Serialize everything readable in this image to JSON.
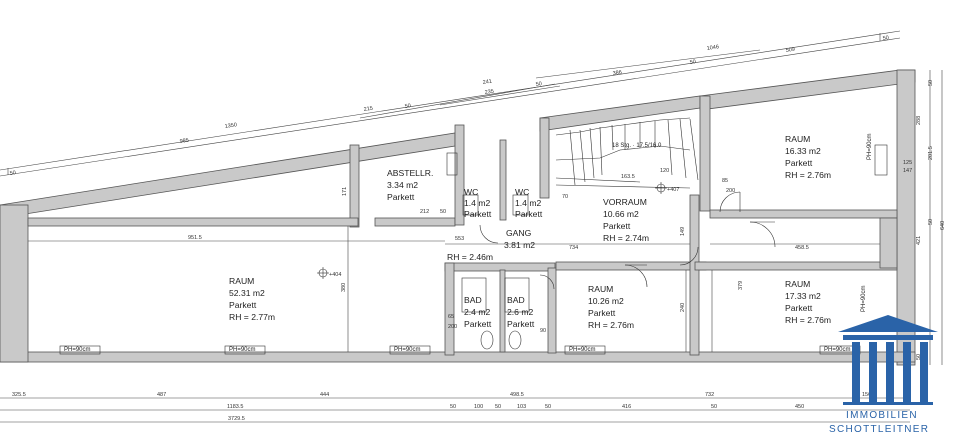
{
  "rooms": [
    {
      "name": "RAUM",
      "area": "52.31 m2",
      "floor": "Parkett",
      "height": "RH = 2.77m"
    },
    {
      "name": "ABSTELLR.",
      "area": "3.34 m2",
      "floor": "Parkett",
      "height": ""
    },
    {
      "name": "WC",
      "area": "1.4 m2",
      "floor": "Parkett",
      "height": ""
    },
    {
      "name": "WC",
      "area": "1.4 m2",
      "floor": "Parkett",
      "height": ""
    },
    {
      "name": "VORRAUM",
      "area": "10.66 m2",
      "floor": "Parkett",
      "height": "RH = 2.74m"
    },
    {
      "name": "GANG",
      "area": "3.81 m2",
      "floor": "",
      "height": "RH = 2.46m"
    },
    {
      "name": "BAD",
      "area": "2.4 m2",
      "floor": "Parkett",
      "height": ""
    },
    {
      "name": "BAD",
      "area": "2.6 m2",
      "floor": "Parkett",
      "height": ""
    },
    {
      "name": "RAUM",
      "area": "10.26 m2",
      "floor": "Parkett",
      "height": "RH = 2.76m"
    },
    {
      "name": "RAUM",
      "area": "16.33 m2",
      "floor": "Parkett",
      "height": "RH = 2.76m"
    },
    {
      "name": "RAUM",
      "area": "17.33 m2",
      "floor": "Parkett",
      "height": "RH = 2.76m"
    }
  ],
  "stairs_label": "18 Stg. ·  17.5/16.0",
  "level_marks": [
    "+404",
    "+407"
  ],
  "window_labels": [
    "PH=90cm",
    "PH=90cm",
    "PH=90cm",
    "PH=90cm",
    "PH=90cm",
    "PH=90cm",
    "PH=90cm"
  ],
  "top_dims": [
    "1046",
    "50",
    "509",
    "50",
    "386",
    "50",
    "241",
    "235",
    "1350",
    "985",
    "215",
    "50",
    "50"
  ],
  "bottom_dims_row1": [
    "325.5",
    "487",
    "444",
    "498.5",
    "732",
    "156"
  ],
  "bottom_dims_row2": [
    "1183.5",
    "50",
    "100",
    "50",
    "103",
    "50",
    "416",
    "50",
    "450"
  ],
  "total_dim": "3729.5",
  "right_dims": [
    "50",
    "288",
    "201.5",
    "421",
    "50",
    "640",
    "50"
  ],
  "interior_dims": [
    "951.5",
    "553",
    "734",
    "458.5",
    "380",
    "379",
    "240",
    "149",
    "171",
    "163.5",
    "120",
    "85",
    "70",
    "65",
    "200",
    "90",
    "125",
    "147",
    "212",
    "50",
    "200"
  ],
  "logo": {
    "line1": "IMMOBILIEN",
    "line2": "SCHOTTLEITNER",
    "color": "#2a63a8"
  }
}
